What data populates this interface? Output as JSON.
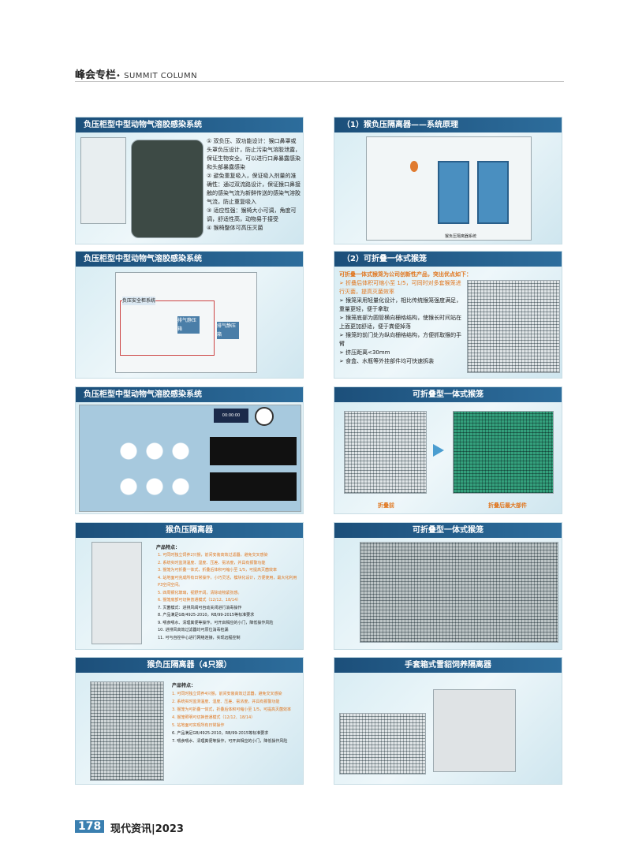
{
  "header": {
    "column_cn": "峰会专栏",
    "column_en": "• SUMMIT COLUMN"
  },
  "slides": [
    {
      "title": "负压柜型中型动物气溶胶感染系统",
      "items": [
        "① 双负压、双功能设计：猴口鼻罩或头罩负压设计，防止污染气溶胶泄露，保证生物安全。可以进行口鼻暴露感染和头部暴露感染",
        "② 避免重复吸入，保证吸入剂量的准确性：通过双流路设计，保证猴口鼻接触的感染气流为新鲜传送的感染气溶胶气流，防止重复吸入",
        "③ 适应性强：猴椅大小可调，角度可调，舒适性高，动物易于接受",
        "④ 猴椅整体可高压灭菌"
      ]
    },
    {
      "title": "（1）猴负压隔离器——系统原理",
      "caption": "猴负压隔离器系统"
    },
    {
      "title": "负压柜型中型动物气溶胶感染系统",
      "labels": [
        "负压安全柜系统",
        "排气静压箱",
        "排气静压箱"
      ]
    },
    {
      "title": "（2）可折叠一体式猴笼",
      "intro": "可折叠一体式猴笼为公司创新性产品，突出优点如下：",
      "items": [
        "折叠后体积可缩小至 1/5，可同时对多套猴笼进行灭菌，提高灭菌效率",
        "猴笼采用轻量化设计，相比传统猴笼强度满足，重量更轻，便于拿取",
        "猴笼底部为圆管横向栅格结构，使猴长时间站在上面更加舒适，便于粪便掉落",
        "猴笼的前门处为纵向栅格结构，方便抓取猴的手臂",
        "挤压距离<30mm",
        "食盒、水瓶等外挂部件均可快速拆装"
      ]
    },
    {
      "title": "负压柜型中型动物气溶胶感染系统",
      "clock_label": "00:00:00"
    },
    {
      "title": "可折叠型一体式猴笼",
      "caption_left": "折叠前",
      "caption_right": "折叠后最大部件"
    },
    {
      "title": "猴负压隔离器",
      "heading": "产品特点：",
      "items": [
        "1. 可同时独立饲养2只猴，前间安装高效过滤器，避免交叉感染",
        "2. 系统实时监测温度、湿度、压差、氨浓度，并具有报警功能",
        "3. 猴笼为可折叠一体式，折叠后体积可缩小至 1/5，可提高灭菌效率",
        "4. 站地面可完成所有日常操作，小巧灵活，模块化设计，方便使用，最大化利用P3空间空间。",
        "5. 四周钢化玻璃，视野开阔，清除动物紧张感。",
        "6. 猴笼底部可切换普通模式（12/12、18/14）",
        "7. 灭菌模式：进排风阀可自动关闭进行消毒操作",
        "8. 产品满足GB/4925-2010，RB/99-2015等标准要求",
        "9. 喂食喂水、清理粪便等操作，可开启相应的小门，降低操作风险",
        "10. 进排风高效过滤器均可原位消毒检漏",
        "11. 可与自控中心进行网络连接，实现远程控制"
      ],
      "orange_count": 6
    },
    {
      "title": "可折叠型一体式猴笼"
    },
    {
      "title": "猴负压隔离器（4只猴）",
      "heading": "产品特点：",
      "items": [
        "1. 可同时独立饲养4只猴，前间安装高效过滤器，避免交叉感染",
        "2. 系统实时监测温度、湿度、压差、氨浓度，并具有报警功能",
        "3. 猴笼为可折叠一体式，折叠后体积可缩小至 1/5，可提高灭菌效率",
        "4. 猴笼照明可切换普通模式（12/12、18/14）",
        "5. 站地面可实现所有日常操作",
        "6. 产品满足GB/4925-2010，RB/99-2015等标准要求",
        "7. 喂食喂水、清理粪便等操作，可开启相应的小门，降低操作风险"
      ],
      "orange_count": 5
    },
    {
      "title": "手套箱式雪貂饲养隔离器"
    }
  ],
  "footer": {
    "page": "178",
    "magazine": "现代资讯",
    "year": "2023"
  }
}
